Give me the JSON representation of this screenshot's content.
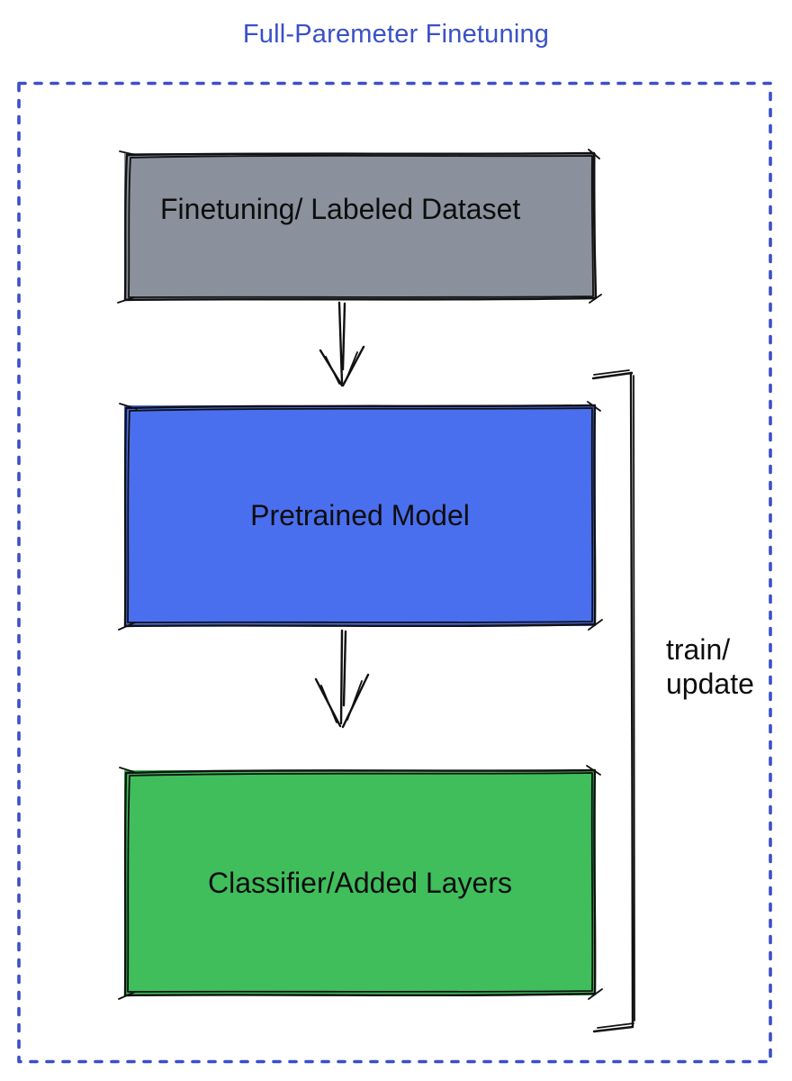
{
  "title": "Full-Paremeter Finetuning",
  "nodes": {
    "dataset": {
      "label": "Finetuning/ Labeled Dataset",
      "fill": "#8a919c"
    },
    "pretrained": {
      "label": "Pretrained Model",
      "fill": "#4a6fee"
    },
    "classifier": {
      "label": "Classifier/Added Layers",
      "fill": "#40be5c"
    }
  },
  "bracket": {
    "line1": "train/",
    "line2": "update"
  },
  "icons": {
    "arrow_down_1": "arrow-down",
    "arrow_down_2": "arrow-down",
    "bracket_right": "right-side-bracket"
  },
  "colors": {
    "title_text": "#3a51c6",
    "frame_border": "#3b4fc8",
    "sketch_stroke": "#111111",
    "node_text": "#0d0d0d"
  }
}
